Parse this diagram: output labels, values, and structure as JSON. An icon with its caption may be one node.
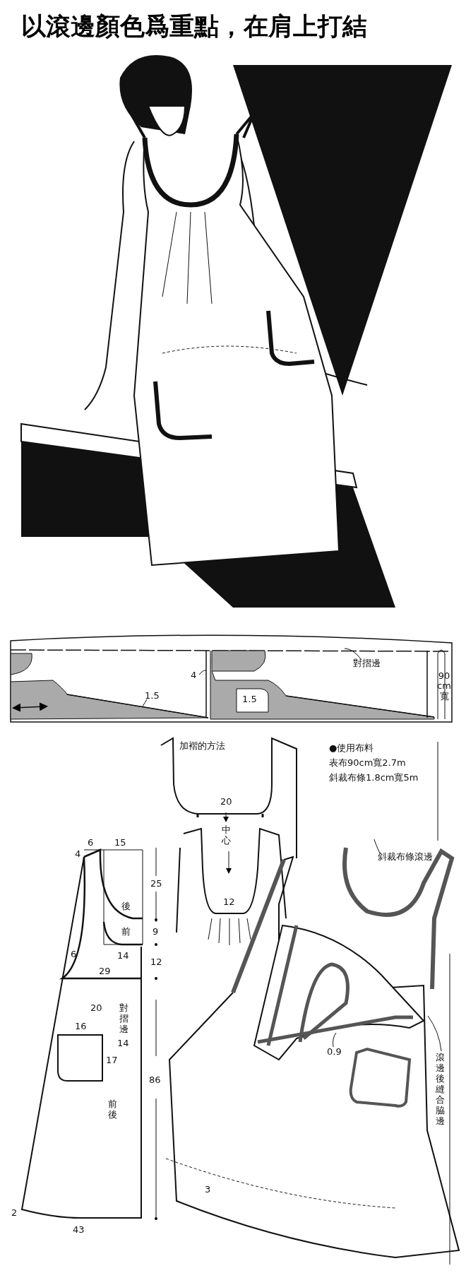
{
  "diagram": {
    "title": "以滾邊顏色爲重點，在肩上打結",
    "nodes": [
      {
        "text": [
          "對摺邊"
        ]
      },
      {
        "text": [
          "4"
        ]
      },
      {
        "text": [
          "1.5"
        ]
      },
      {
        "text": [
          "斜裁布條滾邊"
        ]
      },
      {
        "text": [
          "0.9"
        ]
      },
      {
        "text": [
          "滾邊後縫合脇邊"
        ]
      }
    ],
    "edges": [
      {
        "from": 0,
        "to": null,
        "arrow": "none"
      },
      {
        "from": 1,
        "to": null,
        "arrow": "none"
      },
      {
        "from": 2,
        "to": null,
        "arrow": "none"
      },
      {
        "from": 3,
        "to": null,
        "arrow": "none"
      },
      {
        "from": 4,
        "to": null,
        "arrow": "none"
      },
      {
        "from": 5,
        "to": null,
        "arrow": "none"
      }
    ],
    "labels": [
      "1.5",
      "90 cm 寬",
      "加褶的方法",
      "●使用布料",
      "表布90cm寬2.7m",
      "斜裁布條1.8cm寬5m",
      "20",
      "中心",
      "12",
      "6",
      "15",
      "4",
      "25",
      "後",
      "前",
      "9",
      "14",
      "12",
      "6",
      "29",
      "20",
      "對摺邊",
      "16",
      "14",
      "17",
      "86",
      "前後",
      "2",
      "43",
      "3"
    ]
  }
}
